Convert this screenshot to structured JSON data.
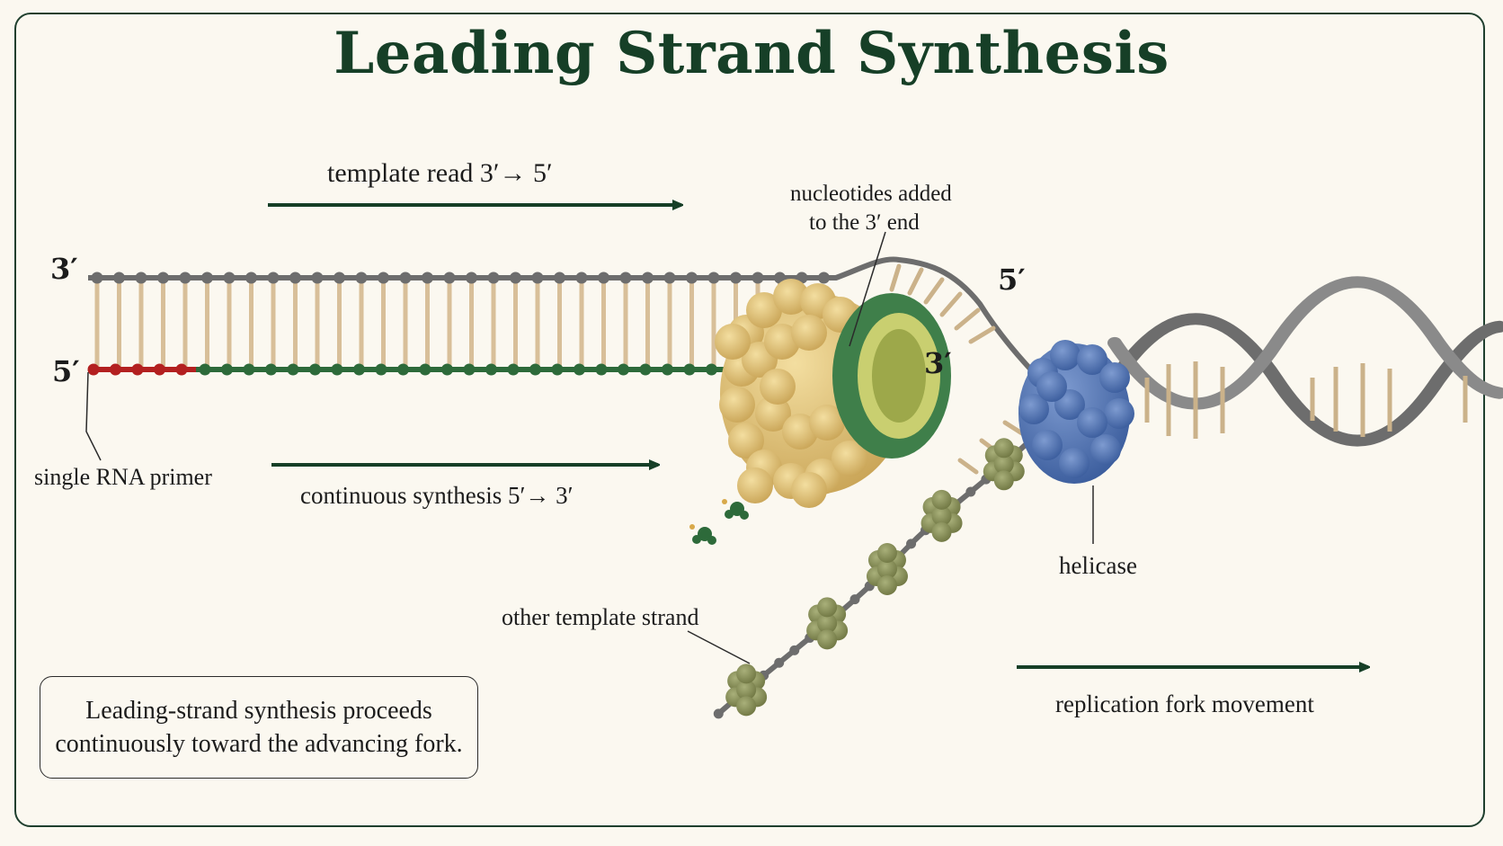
{
  "title": "Leading Strand Synthesis",
  "labels": {
    "template_read": "template read 3′→ 5′",
    "nucleotides_line1": "nucleotides added",
    "nucleotides_line2": "to the 3′ end",
    "single_rna_primer": "single RNA primer",
    "continuous_synthesis": "continuous synthesis 5′→ 3′",
    "helicase": "helicase",
    "other_template_strand": "other template strand",
    "replication_fork_movement": "replication fork movement"
  },
  "end_markers": {
    "top_left": "3′",
    "bottom_left": "5′",
    "polymerase_right": "3′",
    "fork_right": "5′"
  },
  "summary_text": "Leading-strand synthesis proceeds continuously toward the advancing fork.",
  "colors": {
    "title": "#163f27",
    "arrow": "#163f27",
    "template_backbone": "#6d6d6d",
    "rna_primer": "#b32020",
    "new_strand": "#2d6a3a",
    "polymerase": "#e2c47a",
    "clamp": "#3f7f4a",
    "helicase": "#4e72b0",
    "ssb_protein": "#8d955a",
    "base_pair": "#d8bf99",
    "background": "#fbf8f0"
  }
}
